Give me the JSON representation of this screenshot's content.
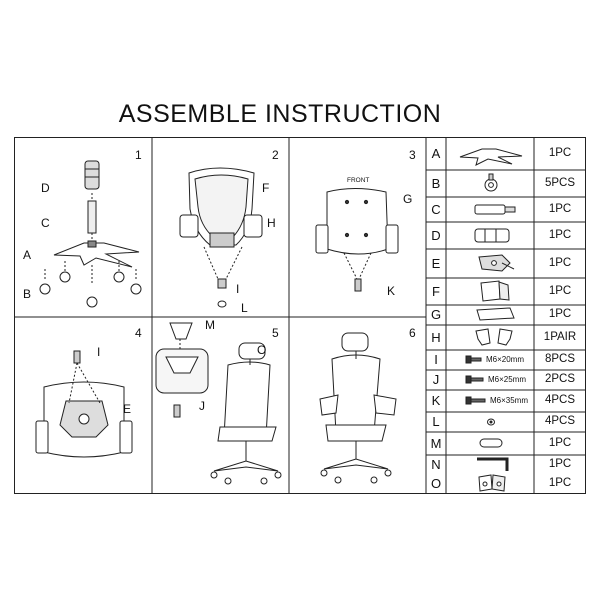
{
  "title": "ASSEMBLE INSTRUCTION",
  "steps": [
    "1",
    "2",
    "3",
    "4",
    "5",
    "6"
  ],
  "front_label": "FRONT",
  "callouts": {
    "p1": [
      "D",
      "C",
      "A",
      "B"
    ],
    "p2": [
      "F",
      "H",
      "I",
      "L"
    ],
    "p3": [
      "G",
      "K"
    ],
    "p4": [
      "I",
      "E"
    ],
    "p5": [
      "M",
      "O",
      "J"
    ]
  },
  "parts": [
    {
      "letter": "A",
      "qty": "1PC",
      "icon": "chair-base-icon"
    },
    {
      "letter": "B",
      "qty": "5PCS",
      "icon": "caster-wheel-icon"
    },
    {
      "letter": "C",
      "qty": "1PC",
      "icon": "gas-cylinder-icon"
    },
    {
      "letter": "D",
      "qty": "1PC",
      "icon": "cylinder-cover-icon"
    },
    {
      "letter": "E",
      "qty": "1PC",
      "icon": "seat-mechanism-icon"
    },
    {
      "letter": "F",
      "qty": "1PC",
      "icon": "backrest-frame-icon"
    },
    {
      "letter": "G",
      "qty": "1PC",
      "icon": "seat-cushion-icon"
    },
    {
      "letter": "H",
      "qty": "1PAIR",
      "icon": "armrest-pair-icon"
    },
    {
      "letter": "I",
      "qty": "8PCS",
      "icon": "bolt-icon",
      "spec": "M6×20mm"
    },
    {
      "letter": "J",
      "qty": "2PCS",
      "icon": "bolt-icon",
      "spec": "M6×25mm"
    },
    {
      "letter": "K",
      "qty": "4PCS",
      "icon": "bolt-icon",
      "spec": "M6×35mm"
    },
    {
      "letter": "L",
      "qty": "4PCS",
      "icon": "washer-icon"
    },
    {
      "letter": "M",
      "qty": "1PC",
      "icon": "lumbar-pad-icon"
    },
    {
      "letter": "N",
      "qty": "1PC",
      "icon": "allen-key-icon"
    },
    {
      "letter": "O",
      "qty": "1PC",
      "icon": "headrest-bracket-icon"
    }
  ]
}
